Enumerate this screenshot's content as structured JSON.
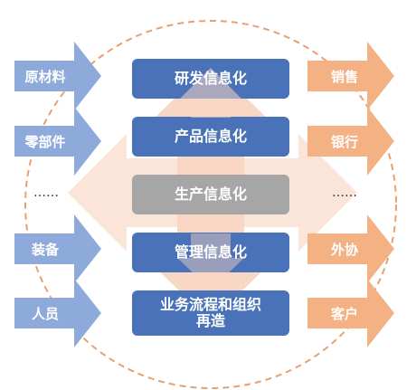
{
  "inputs": [
    {
      "label": "原材料"
    },
    {
      "label": "零部件"
    },
    {
      "label": "……"
    },
    {
      "label": "装备"
    },
    {
      "label": "人员"
    }
  ],
  "outputs": [
    {
      "label": "销售"
    },
    {
      "label": "银行"
    },
    {
      "label": "……"
    },
    {
      "label": "外协"
    },
    {
      "label": "客户"
    }
  ],
  "center_boxes": [
    {
      "label": "研发信息化"
    },
    {
      "label": "产品信息化"
    },
    {
      "label": "生产信息化"
    },
    {
      "label": "管理信息化"
    },
    {
      "label": "业务流程和组织\n再造"
    }
  ],
  "colors": {
    "input_arrow": "#8eaadb",
    "output_arrow": "#f4b183",
    "box_blue": "#4a72b8",
    "box_gray": "#a6a6a6",
    "circle_dash": "#e8a070",
    "diamond_fill": "#fbe3d6"
  }
}
